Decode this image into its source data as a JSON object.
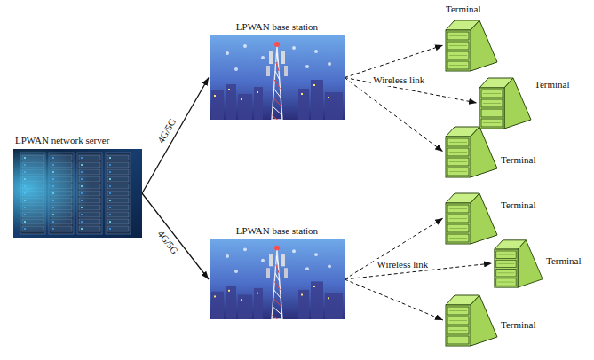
{
  "diagram": {
    "nodes": [
      {
        "text": [
          "LPWAN network server"
        ]
      },
      {
        "text": [
          "LPWAN base station"
        ]
      },
      {
        "text": [
          "LPWAN base station"
        ]
      },
      {
        "text": [
          "Terminal"
        ]
      },
      {
        "text": [
          "Terminal"
        ]
      },
      {
        "text": [
          "Terminal"
        ]
      },
      {
        "text": [
          "Terminal"
        ]
      },
      {
        "text": [
          "Terminal"
        ]
      },
      {
        "text": [
          "Terminal"
        ]
      }
    ],
    "edges": [
      {
        "from": 0,
        "to": 1,
        "arrow": "to",
        "label": "4G/5G"
      },
      {
        "from": 0,
        "to": 2,
        "arrow": "to",
        "label": "4G/5G"
      },
      {
        "from": 1,
        "to": 3,
        "arrow": "to"
      },
      {
        "from": 1,
        "to": 4,
        "arrow": "to",
        "label": "Wireless link"
      },
      {
        "from": 1,
        "to": 5,
        "arrow": "to"
      },
      {
        "from": 2,
        "to": 6,
        "arrow": "to"
      },
      {
        "from": 2,
        "to": 7,
        "arrow": "to",
        "label": "Wireless link"
      },
      {
        "from": 2,
        "to": 8,
        "arrow": "to"
      }
    ]
  }
}
